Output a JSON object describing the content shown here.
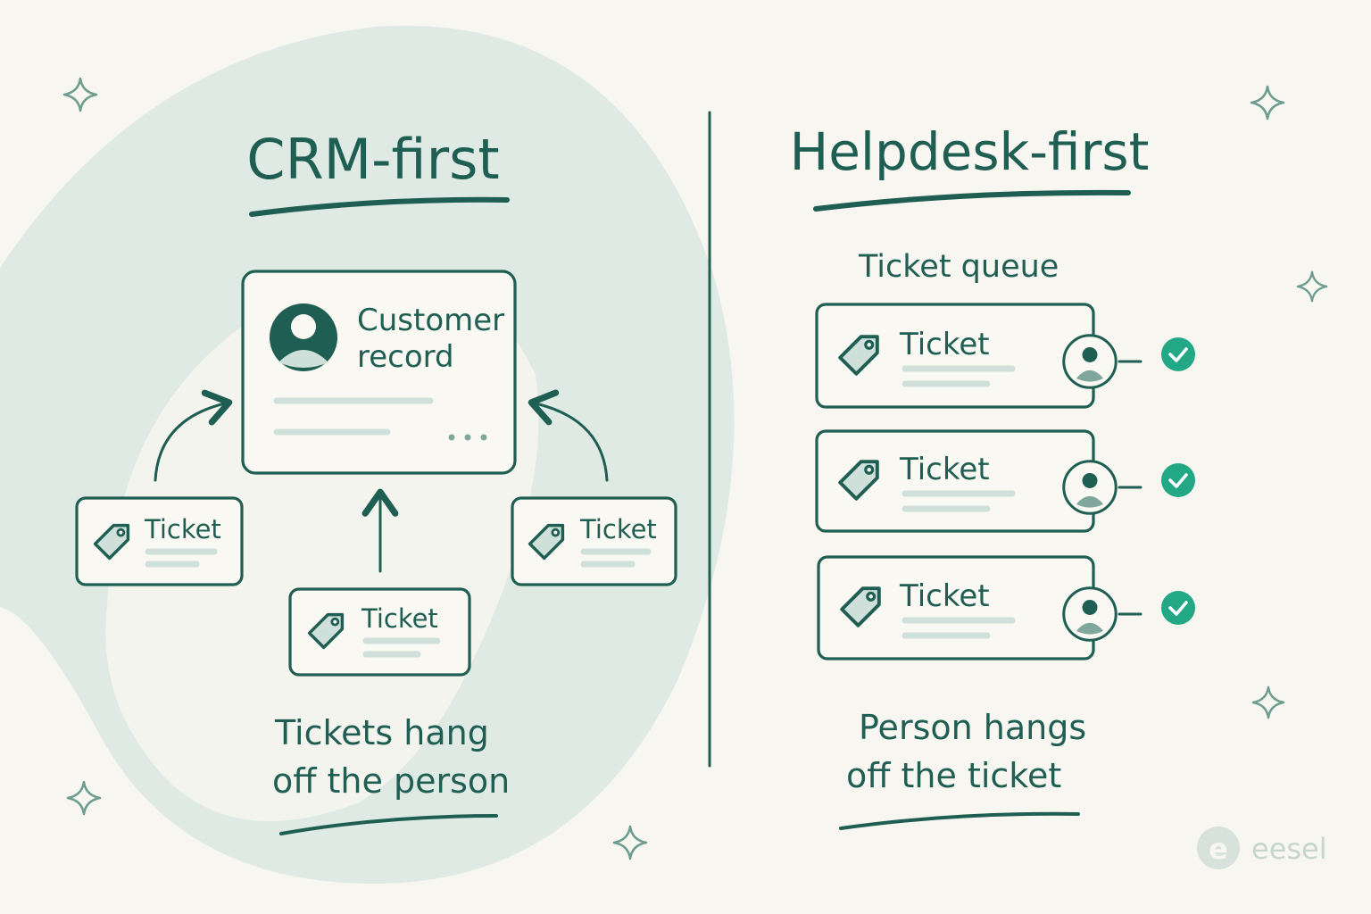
{
  "left_panel": {
    "title": "CRM-first",
    "record": {
      "line1": "Customer",
      "line2": "record"
    },
    "tickets": [
      "Ticket",
      "Ticket",
      "Ticket"
    ],
    "caption": {
      "line1": "Tickets hang",
      "line2": "off the person"
    }
  },
  "right_panel": {
    "title": "Helpdesk-first",
    "queue_label": "Ticket queue",
    "tickets": [
      "Ticket",
      "Ticket",
      "Ticket"
    ],
    "caption": {
      "line1": "Person hangs",
      "line2": "off the ticket"
    }
  },
  "brand": {
    "name": "eesel",
    "mark": "e"
  },
  "icons": {
    "ticket": "tag-icon",
    "avatar": "person-icon",
    "status": "check-circle-icon",
    "decoration": "sparkle-icon"
  },
  "colors": {
    "background": "#f8f6f0",
    "ink": "#1f5e52",
    "blob": "#dfeae4",
    "check": "#22a884"
  }
}
